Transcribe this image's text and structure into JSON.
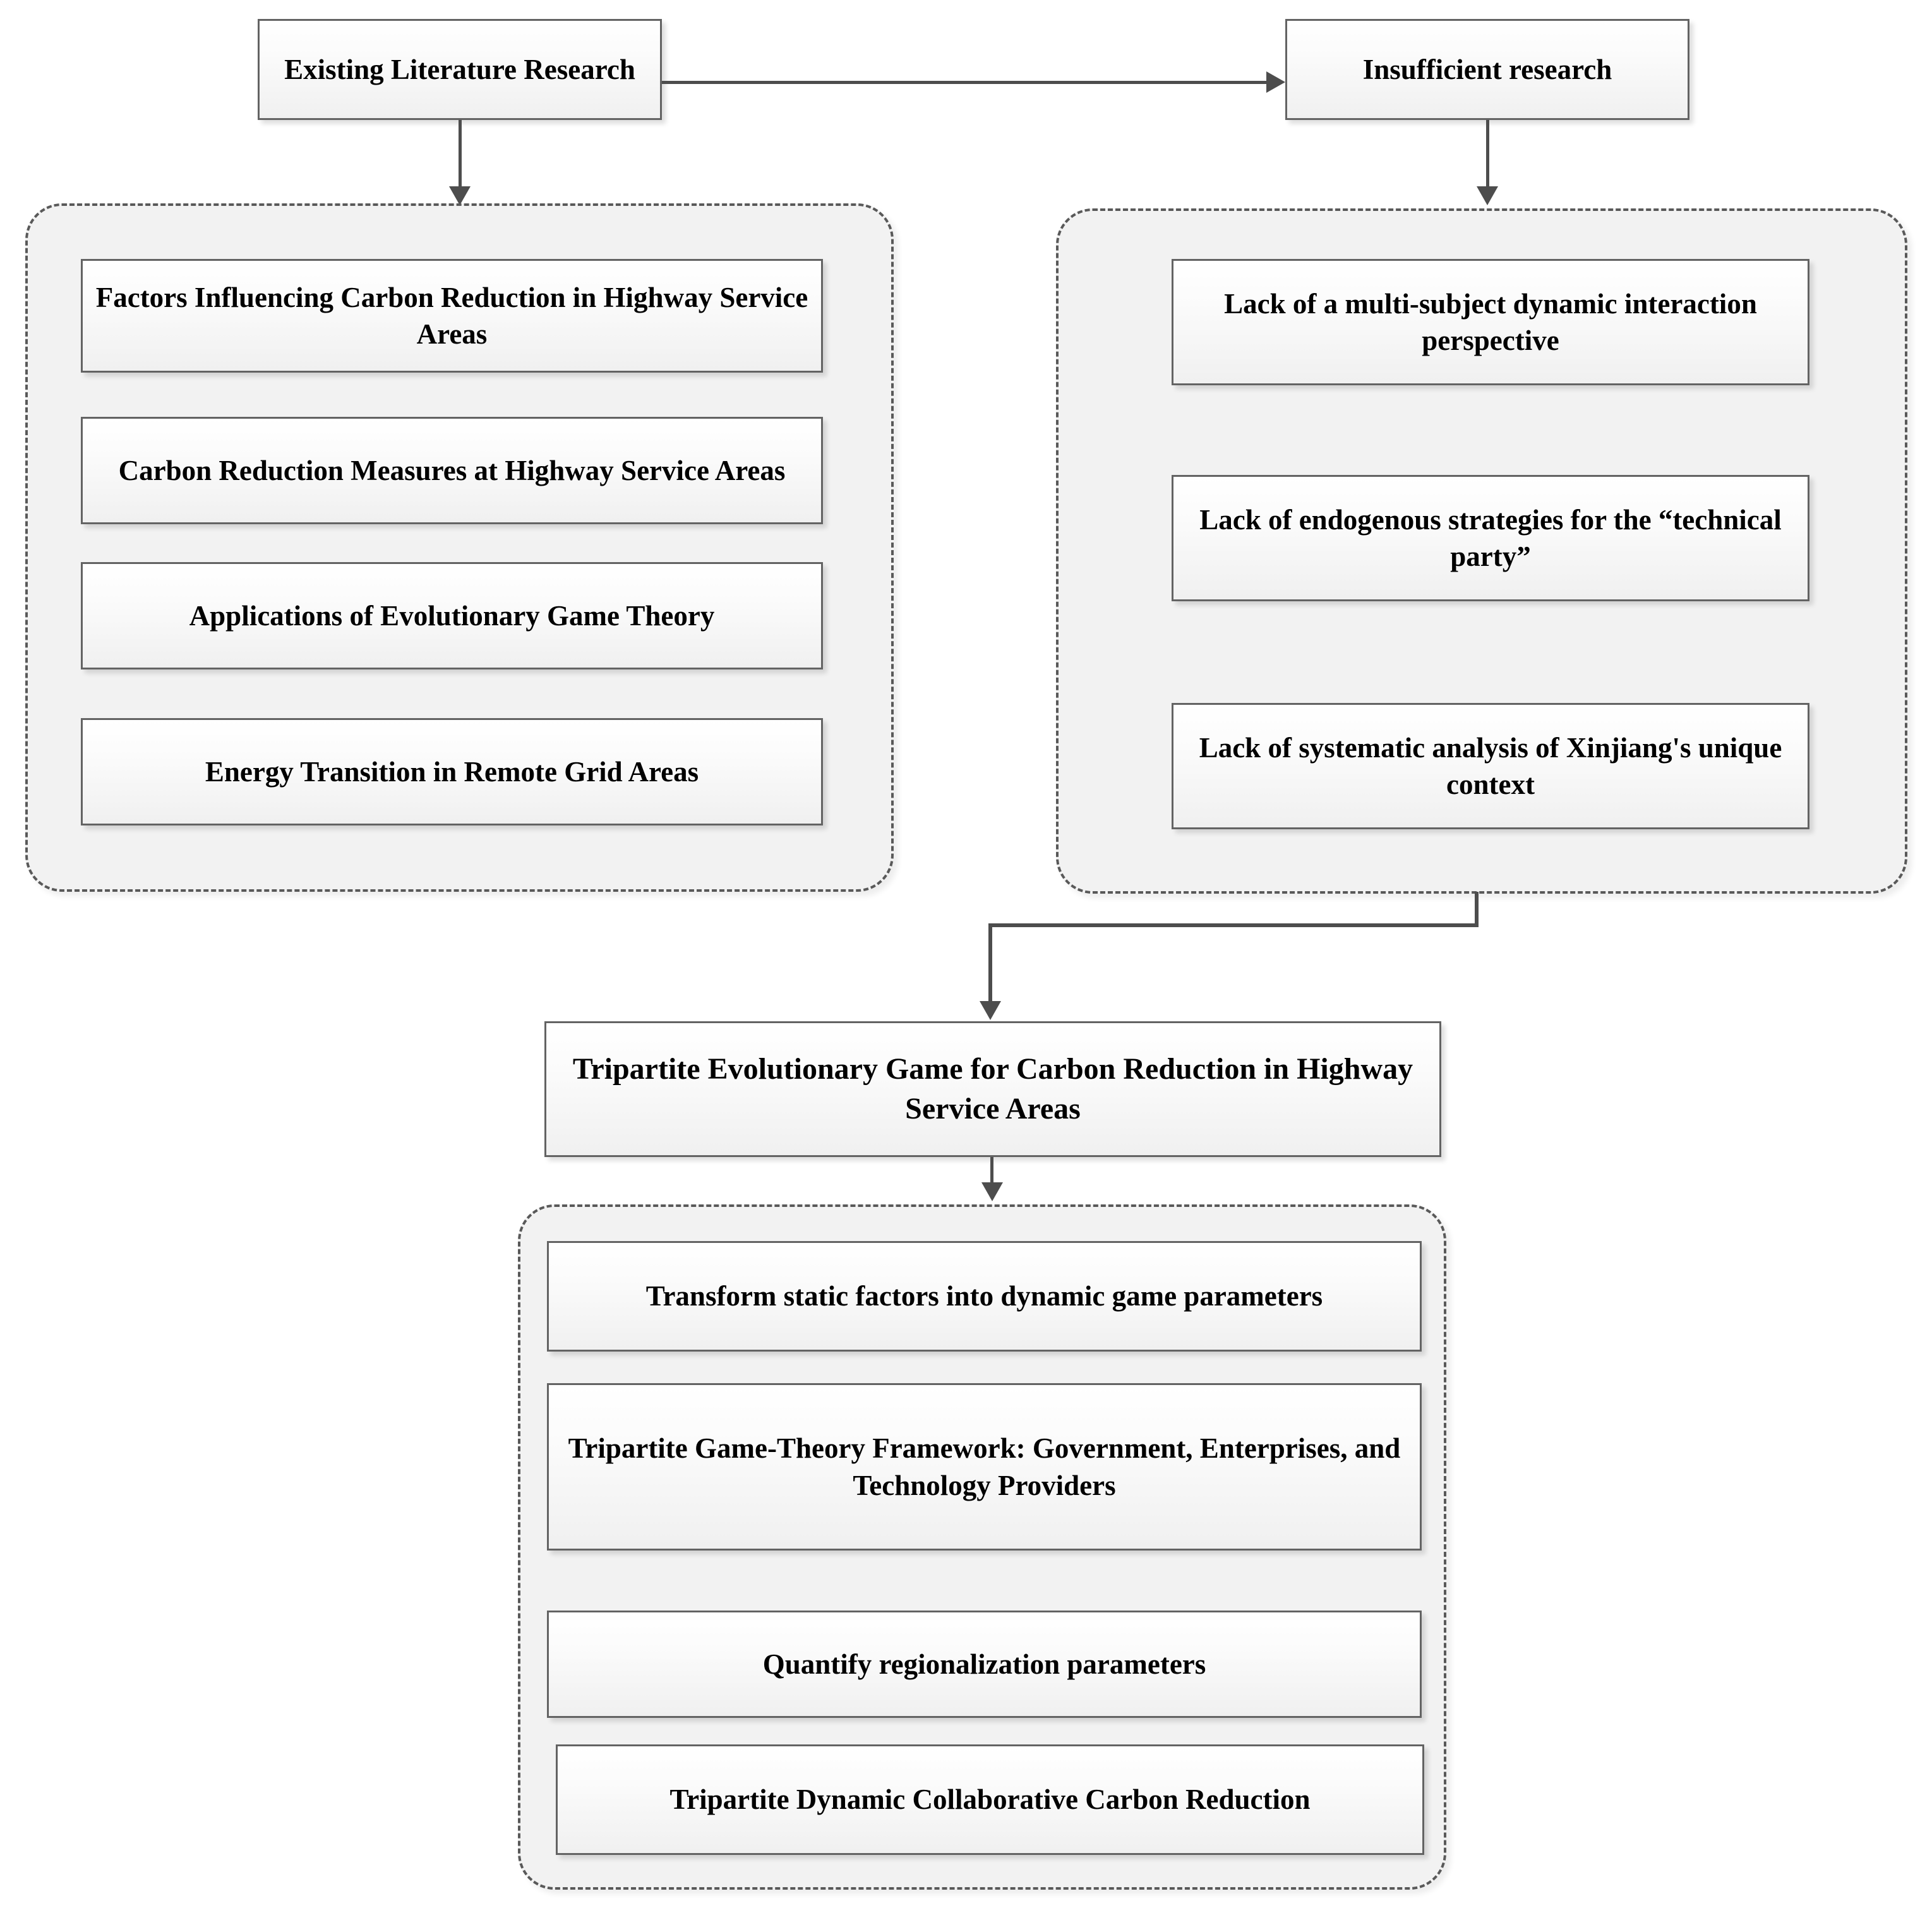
{
  "diagram": {
    "title": "Research gap and tripartite evolutionary game framework flowchart",
    "colors": {
      "box_border": "#636363",
      "group_border": "#595959",
      "group_fill": "#f2f2f2",
      "connector": "#4d4d4d",
      "text": "#000000"
    }
  },
  "top": {
    "left_box": "Existing Literature Research",
    "right_box": "Insufficient research"
  },
  "left_group": {
    "items": [
      "Factors Influencing Carbon Reduction in Highway Service Areas",
      "Carbon Reduction Measures at Highway Service Areas",
      "Applications of Evolutionary Game Theory",
      "Energy Transition in Remote Grid Areas"
    ]
  },
  "right_group": {
    "items": [
      "Lack of a multi-subject dynamic interaction perspective",
      "Lack of endogenous strategies for the “technical party”",
      "Lack of systematic analysis of Xinjiang's unique context"
    ]
  },
  "main": {
    "box": "Tripartite Evolutionary Game for Carbon Reduction in Highway Service Areas"
  },
  "bottom_group": {
    "items": [
      "Transform static factors into dynamic game parameters",
      "Tripartite Game-Theory Framework: Government, Enterprises, and Technology Providers",
      "Quantify regionalization parameters",
      "Tripartite Dynamic Collaborative Carbon Reduction"
    ]
  },
  "connectors": [
    {
      "name": "existing-literature-to-insufficient-research",
      "type": "horizontal-arrow"
    },
    {
      "name": "existing-literature-to-left-group",
      "type": "vertical-arrow"
    },
    {
      "name": "insufficient-research-to-right-group",
      "type": "vertical-arrow"
    },
    {
      "name": "groups-to-tripartite-box",
      "type": "elbow-arrow"
    },
    {
      "name": "tripartite-box-to-bottom-group",
      "type": "vertical-arrow"
    }
  ]
}
